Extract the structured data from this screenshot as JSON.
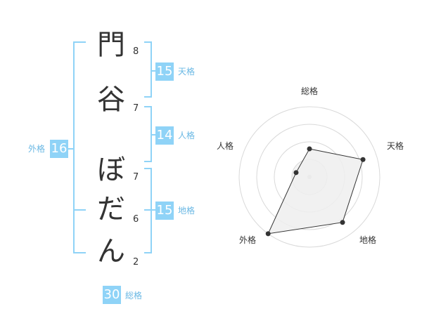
{
  "name": {
    "characters": [
      {
        "char": "門",
        "strokes": "8"
      },
      {
        "char": "谷",
        "strokes": "7"
      },
      {
        "char": "ぼ",
        "strokes": "7"
      },
      {
        "char": "だ",
        "strokes": "6"
      },
      {
        "char": "ん",
        "strokes": "2"
      }
    ]
  },
  "fortunes": {
    "tenkaku": {
      "value": "15",
      "label": "天格"
    },
    "jinkaku": {
      "value": "14",
      "label": "人格"
    },
    "chikaku": {
      "value": "15",
      "label": "地格"
    },
    "gaikaku": {
      "value": "16",
      "label": "外格"
    },
    "soukaku": {
      "value": "30",
      "label": "総格"
    }
  },
  "colors": {
    "bracket": "#8fd3f7",
    "badge": "#8fd3f7",
    "label": "#6ab8e4",
    "radar_fill": "#eeeeee",
    "radar_line": "#333333"
  },
  "chart_data": {
    "type": "radar",
    "axes": [
      "総格",
      "天格",
      "地格",
      "外格",
      "人格"
    ],
    "values": [
      2,
      4,
      4,
      5,
      1
    ],
    "max": 5,
    "rings": 4
  }
}
